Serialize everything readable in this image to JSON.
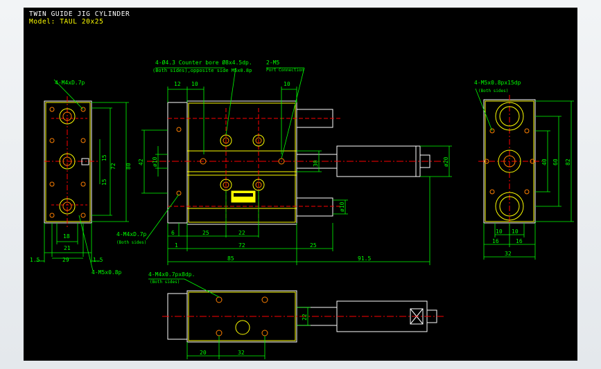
{
  "title": {
    "line1": "TWIN GUIDE JIG CYLINDER",
    "line2": "Model: TAUL 20x25"
  },
  "colors": {
    "background": "#000000",
    "outline": "#ffffff",
    "body": "#ffff00",
    "dimension": "#00ff00",
    "centerline": "#ff0000",
    "hole": "#ff8000"
  },
  "callouts": {
    "front_mount_top": "4-M4xD.7p",
    "front_mount_bottom": "4-M5x0.8p",
    "counter_bore": "4-Ø4.3 Counter bore Ø8x4.5dp.",
    "counter_bore_note": "(Both sides),opposite side M5x0.8p",
    "port": "2-M5",
    "port_note": "Port Connection",
    "side_thread": "4-M4xD.7p",
    "side_thread_note": "(Both sides)",
    "right_thread": "4-M5x0.8px15dp",
    "right_thread_note": "(Both sides)",
    "bottom_thread": "4-M4x0.7px8dp.",
    "bottom_thread_note": "(Both sides)"
  },
  "dimensions": {
    "left_h_15a": "15",
    "left_h_15b": "15",
    "left_h_72": "72",
    "left_h_80": "80",
    "left_w_18": "18",
    "left_w_21": "21",
    "left_w_29": "29",
    "left_edge_a": "1.5",
    "left_edge_b": "1.5",
    "main_12": "12",
    "main_10a": "10",
    "main_10b": "10",
    "main_phi10": "ø10",
    "main_42": "42",
    "main_30": "30",
    "main_phi20": "ø20",
    "main_phi10b": "ø10",
    "main_6": "6",
    "main_25a": "25",
    "main_22": "22",
    "main_1": "1",
    "main_72": "72",
    "main_25b": "25",
    "main_85": "85",
    "main_91_5": "91.5",
    "right_40": "40",
    "right_60": "60",
    "right_82": "82",
    "right_10a": "10",
    "right_10b": "10",
    "right_16a": "16",
    "right_16b": "16",
    "right_32": "32",
    "bottom_22": "22",
    "bottom_20": "20",
    "bottom_32": "32"
  }
}
